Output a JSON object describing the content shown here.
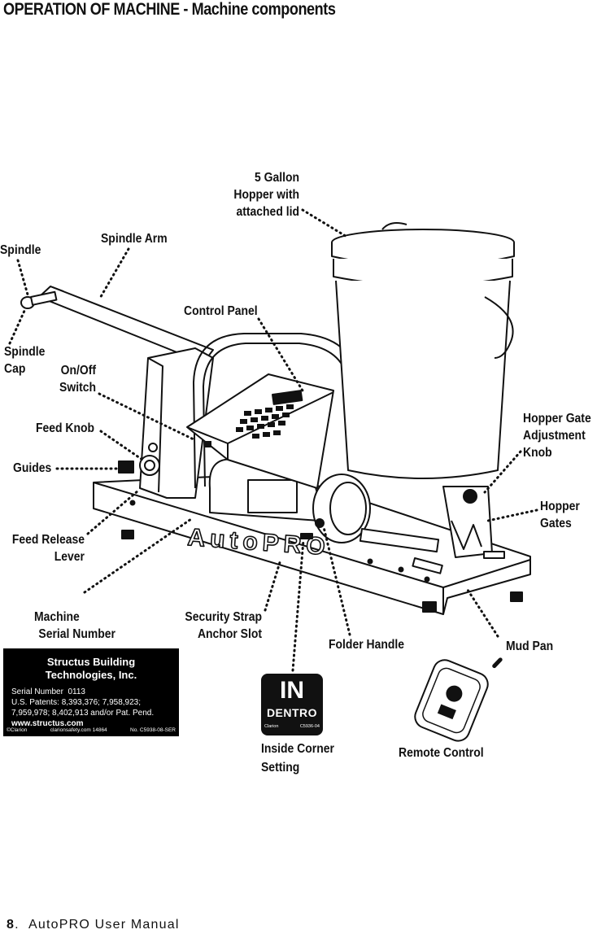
{
  "title": "OPERATION OF MACHINE - Machine components",
  "labels": {
    "hopper": [
      "5 Gallon",
      "Hopper with",
      "attached lid"
    ],
    "spindle_arm": "Spindle Arm",
    "spindle": "Spindle",
    "control_panel": "Control Panel",
    "spindle_cap": [
      "Spindle",
      "Cap"
    ],
    "on_off_switch": [
      "On/Off",
      "Switch"
    ],
    "feed_knob": "Feed Knob",
    "guides": "Guides",
    "hopper_gate_knob": [
      "Hopper Gate",
      "Adjustment",
      "Knob"
    ],
    "hopper_gates": [
      "Hopper",
      "Gates"
    ],
    "feed_release_lever": [
      "Feed Release",
      "Lever"
    ],
    "machine_serial": [
      "Machine",
      "Serial Number"
    ],
    "security_strap": [
      "Security Strap",
      "Anchor Slot"
    ],
    "folder_handle": "Folder Handle",
    "mud_pan": "Mud Pan",
    "inside_corner": [
      "Inside Corner",
      "Setting"
    ],
    "remote_control": "Remote Control"
  },
  "machine_brand": "AutoPRO",
  "serial_plate": {
    "company_line1": "Structus Building",
    "company_line2": "Technologies, Inc.",
    "serial_label": "Serial Number",
    "serial_value": "0113",
    "patents_line1": "U.S. Patents: 8,393,376; 7,958,923;",
    "patents_line2": "7,959,978; 8,402,913 and/or Pat. Pend.",
    "website": "www.structus.com",
    "foot_left": "©Clarion",
    "foot_mid": "clarionsafety.com  14864",
    "foot_right": "No. C5938-08-SER"
  },
  "inside_corner_badge": {
    "big": "IN",
    "word": "DENTRO",
    "foot_left": "Clarion",
    "foot_right": "C5936-04"
  },
  "footer": {
    "page_number": "8",
    "manual_name": "AutoPRO User Manual"
  },
  "colors": {
    "ink": "#111111",
    "paper": "#ffffff"
  }
}
